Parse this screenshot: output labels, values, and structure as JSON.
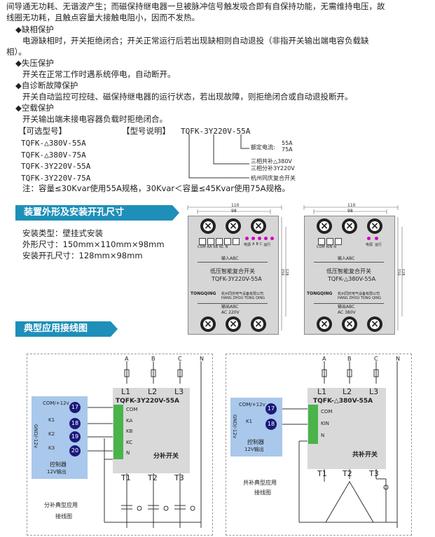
{
  "intro": {
    "line1": "间导通无功耗、无谐波产生；而磁保持继电器一旦被脉冲信号触发吸合即有自保持功能，无需维持电压，故",
    "line2": "线圈无功耗，且触点容量大接触电阻小，因而不发热。"
  },
  "protections": [
    {
      "title": "◆缺相保护",
      "desc1": "电源缺相时，开关拒绝闭合；开关正常运行后若出现缺相则自动退投（非指开关输出端电容负载缺",
      "desc2": "相）。"
    },
    {
      "title": "◆失压保护",
      "desc1": "开关在正常工作时遇系统停电，自动断开。"
    },
    {
      "title": "◆自诊断故障保护",
      "desc1": "开关自动监控可控硅、磁保持继电器的运行状态，若出现故障，则拒绝闭合或自动退投断开。"
    },
    {
      "title": "◆空载保护",
      "desc1": "开关输出端未接电容器负载时拒绝闭合。"
    }
  ],
  "models": {
    "optional_title": "【可选型号】",
    "explain_title": "【型号说明】",
    "example": "TQFK-3Y220V-55A",
    "list": [
      "TQFK-△380V-55A",
      "TQFK-△380V-75A",
      "TQFK-3Y220V-55A",
      "TQFK-3Y220V-75A"
    ],
    "explain_current": "额定电流:",
    "explain_current_values": [
      "55A",
      "75A"
    ],
    "explain_type1": "三相共补△380V",
    "explain_type2": "三相分补3Y220V",
    "explain_brand": "杭州同庆复合开关",
    "note": "注：容量≤30Kvar使用55A规格，30Kvar＜容量≤45Kvar使用75A规格。"
  },
  "section_install": {
    "title": "装置外形及安装开孔尺寸",
    "type": "安装类型：壁挂式安装",
    "size": "外形尺寸：150mm×110mm×98mm",
    "hole": "安装开孔尺寸：128mm×98mm"
  },
  "devices": [
    {
      "top_dims": [
        "110",
        "98"
      ],
      "terminals": [
        "COM",
        "KA",
        "KB",
        "KC",
        "N"
      ],
      "leds": [
        "电源",
        "A",
        "B",
        "C",
        "运行"
      ],
      "input": "输入ABC",
      "name": "低压智能复合开关",
      "model": "TQFK-3Y220V-55A",
      "brand_logo": "TONGQING",
      "company": "杭州同庆电气设备有限公司",
      "company_en": "HANG ZHOU TONG QING",
      "output": "输出ABC",
      "voltage": "AC 220V",
      "side_dims": [
        "150",
        "128"
      ]
    },
    {
      "top_dims": [
        "110",
        "98"
      ],
      "terminals": [
        "COM",
        "KIN",
        "N"
      ],
      "leds": [
        "电源",
        "运行"
      ],
      "input": "输入ABC",
      "name": "低压智能复合开关",
      "model": "TQFK-△380V-55A",
      "brand_logo": "TONGQING",
      "company": "杭州同庆电气设备有限公司",
      "company_en": "HANG ZHOU TONG QING",
      "output": "输出ABC",
      "voltage": "AC 380V",
      "side_dims": [
        "150",
        "128"
      ]
    }
  ],
  "section_wiring": {
    "title": "典型应用接线图"
  },
  "wiring_left": {
    "phases": [
      "A",
      "B",
      "C",
      "N"
    ],
    "inputs": [
      "L1",
      "L2",
      "L3"
    ],
    "model": "TQFK-3Y220V-55A",
    "pins": [
      "COM",
      "KA",
      "KB",
      "KC",
      "N"
    ],
    "controller_pins": [
      {
        "label": "COM/+12v",
        "num": "17"
      },
      {
        "label": "K1",
        "num": "18"
      },
      {
        "label": "K2",
        "num": "19"
      },
      {
        "label": "K3",
        "num": "20"
      }
    ],
    "gnd": "GND/-12v",
    "controller": "控制器",
    "controller_out": "12V输出",
    "switch_label": "分补开关",
    "outputs": [
      "T1",
      "T2",
      "T3"
    ],
    "caption1": "分补典型应用",
    "caption2": "接线图"
  },
  "wiring_right": {
    "phases": [
      "A",
      "B",
      "C",
      "N"
    ],
    "inputs": [
      "L1",
      "L2",
      "L3"
    ],
    "model": "TQFK-△380V-55A",
    "pins": [
      "COM",
      "KIN",
      "N"
    ],
    "controller_pins": [
      {
        "label": "COM/+12v",
        "num": "17"
      },
      {
        "label": "K1",
        "num": "18"
      }
    ],
    "gnd": "GND/-12v",
    "controller": "控制器",
    "controller_out": "12V输出",
    "switch_label": "共补开关",
    "outputs": [
      "T1",
      "T2",
      "T3"
    ],
    "caption1": "共补典型应用",
    "caption2": "接线图"
  }
}
